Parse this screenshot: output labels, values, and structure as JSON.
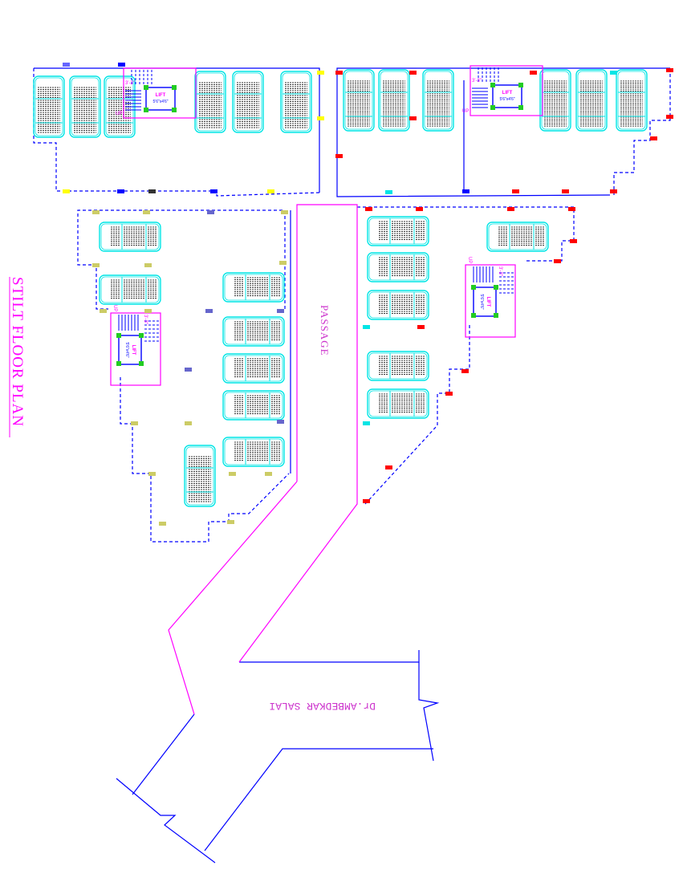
{
  "title": "STILT FLOOR PLAN",
  "passage_label": "PASSAGE",
  "road_label": "Dr.AMBEDKAR SALAI",
  "lift": {
    "label": "LIFT",
    "size": "5'6\"x4'6\""
  },
  "stair": {
    "width": "3'-3\"",
    "up": "UP"
  },
  "colors": {
    "title": "#ff00ff",
    "outline": "#0000ff",
    "car": "#00e5e5",
    "passage": "#ff00ff",
    "column_red": "#ff0000",
    "column_yellow": "#ffff00",
    "column_green": "#22cc22"
  }
}
